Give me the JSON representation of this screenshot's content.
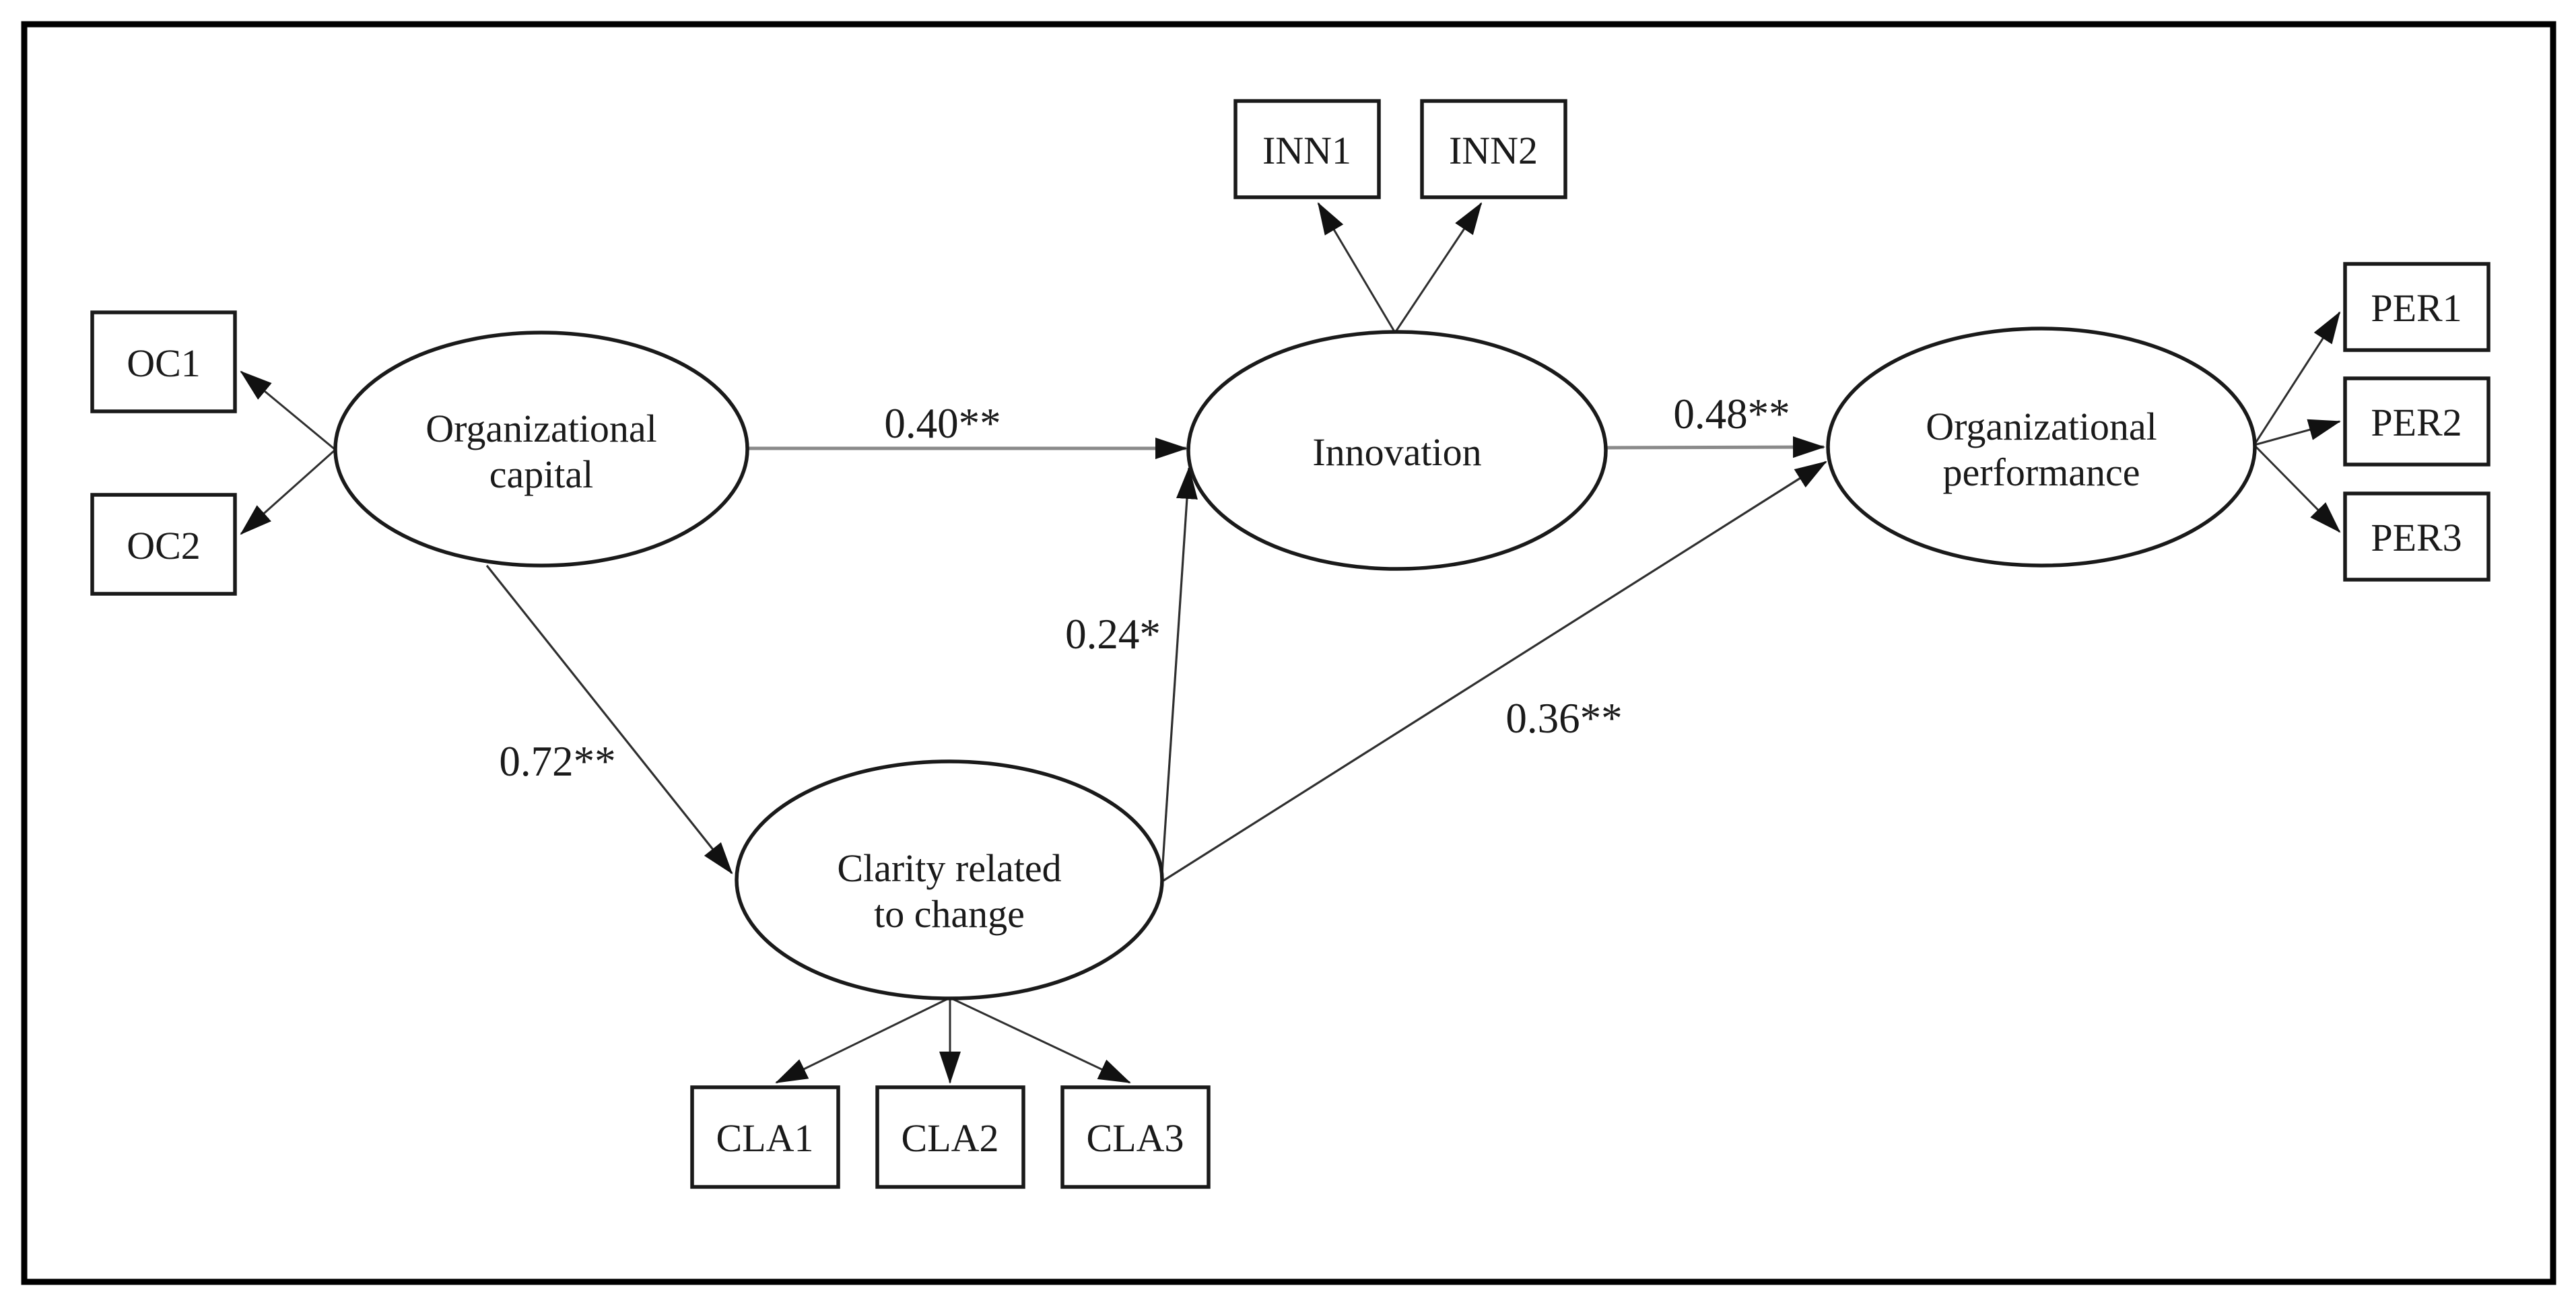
{
  "diagram": {
    "type": "sem-path-diagram",
    "background_color": "#ffffff",
    "line_color": "#1a1a1a",
    "latent_variables": [
      {
        "id": "organizational-capital",
        "lines": [
          "Organizational",
          "capital"
        ]
      },
      {
        "id": "innovation",
        "lines": [
          "Innovation"
        ]
      },
      {
        "id": "clarity-related-to-change",
        "lines": [
          "Clarity related",
          "to change"
        ]
      },
      {
        "id": "organizational-performance",
        "lines": [
          "Organizational",
          "performance"
        ]
      }
    ],
    "indicators": [
      {
        "id": "OC1",
        "label": "OC1",
        "latent": "organizational-capital"
      },
      {
        "id": "OC2",
        "label": "OC2",
        "latent": "organizational-capital"
      },
      {
        "id": "INN1",
        "label": "INN1",
        "latent": "innovation"
      },
      {
        "id": "INN2",
        "label": "INN2",
        "latent": "innovation"
      },
      {
        "id": "CLA1",
        "label": "CLA1",
        "latent": "clarity-related-to-change"
      },
      {
        "id": "CLA2",
        "label": "CLA2",
        "latent": "clarity-related-to-change"
      },
      {
        "id": "CLA3",
        "label": "CLA3",
        "latent": "clarity-related-to-change"
      },
      {
        "id": "PER1",
        "label": "PER1",
        "latent": "organizational-performance"
      },
      {
        "id": "PER2",
        "label": "PER2",
        "latent": "organizational-performance"
      },
      {
        "id": "PER3",
        "label": "PER3",
        "latent": "organizational-performance"
      }
    ],
    "paths": [
      {
        "from": "organizational-capital",
        "to": "innovation",
        "coefficient": "0.40**"
      },
      {
        "from": "organizational-capital",
        "to": "clarity-related-to-change",
        "coefficient": "0.72**"
      },
      {
        "from": "clarity-related-to-change",
        "to": "innovation",
        "coefficient": "0.24*"
      },
      {
        "from": "innovation",
        "to": "organizational-performance",
        "coefficient": "0.48**"
      },
      {
        "from": "clarity-related-to-change",
        "to": "organizational-performance",
        "coefficient": "0.36**"
      }
    ]
  }
}
